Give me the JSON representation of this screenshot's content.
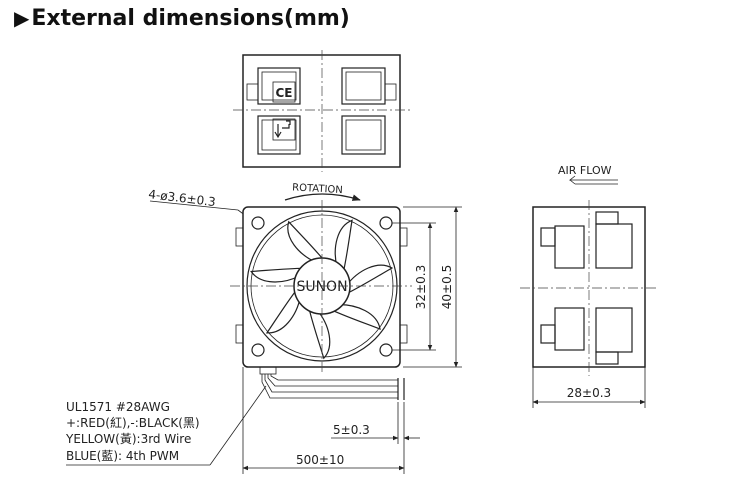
{
  "heading": {
    "marker": "▶",
    "text": "External dimensions(mm)"
  },
  "labels": {
    "hole_spec": "4-ø3.6±0.3",
    "rotation": "ROTATION",
    "brand": "SUNON",
    "airflow": "AIR FLOW",
    "ce_mark": "CE"
  },
  "dimensions": {
    "hole_pitch": "32±0.3",
    "frame_size": "40±0.5",
    "depth": "28±0.3",
    "lead_strip": "5±0.3",
    "lead_length": "500±10"
  },
  "wiring": {
    "line1": "UL1571  #28AWG",
    "line2": "+:RED(紅),-:BLACK(黑)",
    "line3": "YELLOW(黃):3rd  Wire",
    "line4": "BLUE(藍): 4th  PWM"
  }
}
